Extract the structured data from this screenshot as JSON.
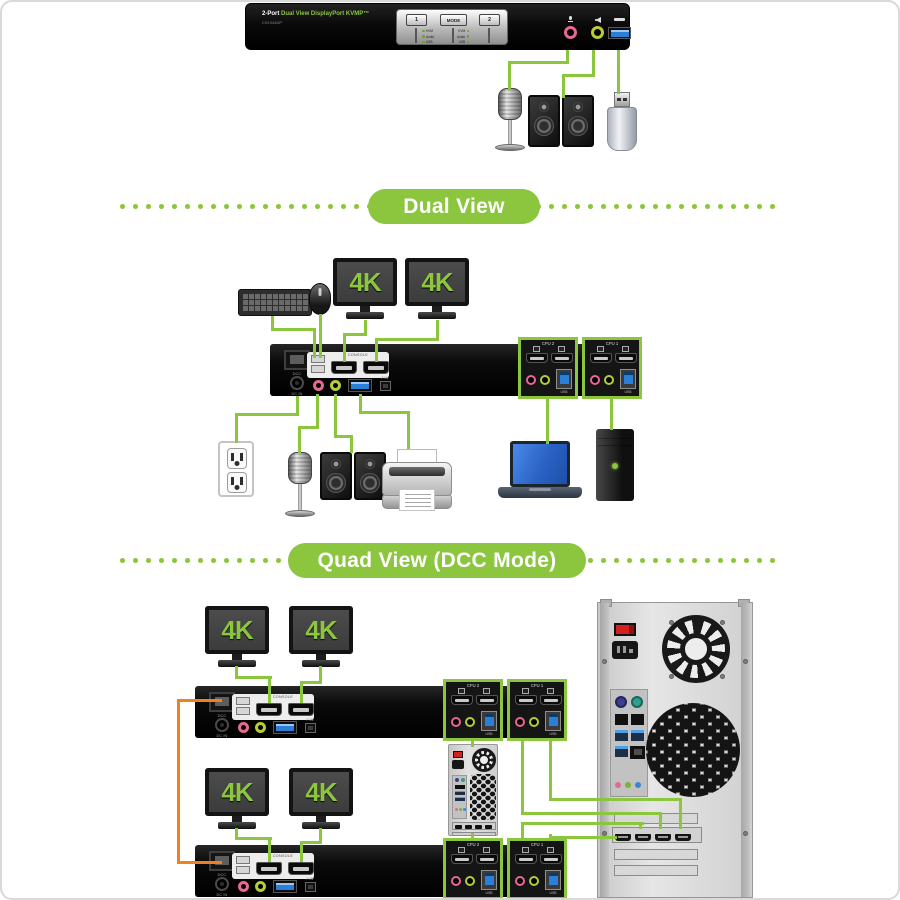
{
  "colors": {
    "green": "#8cc63e",
    "orange": "#f0811e",
    "pink": "#e8688f",
    "jackgreen": "#b9cc35",
    "usbblue": "#2a7fd8"
  },
  "front_panel": {
    "title_prefix": "2-Port",
    "title": "Dual View DisplayPort KVMP™",
    "model": "CS1944DP",
    "buttons": [
      "1",
      "MODE",
      "2"
    ],
    "led_labels": [
      "KVM",
      "Audio",
      "USB"
    ]
  },
  "sections": {
    "dual_title": "Dual View",
    "quad_title": "Quad View (DCC Mode)"
  },
  "labels": {
    "monitor": "4K",
    "cpu1": "CPU 1",
    "cpu2": "CPU 2",
    "console": "CONSOLE",
    "dcc": "DCC",
    "dc_in": "DC IN",
    "fw": "F/W",
    "usb": "USB"
  }
}
